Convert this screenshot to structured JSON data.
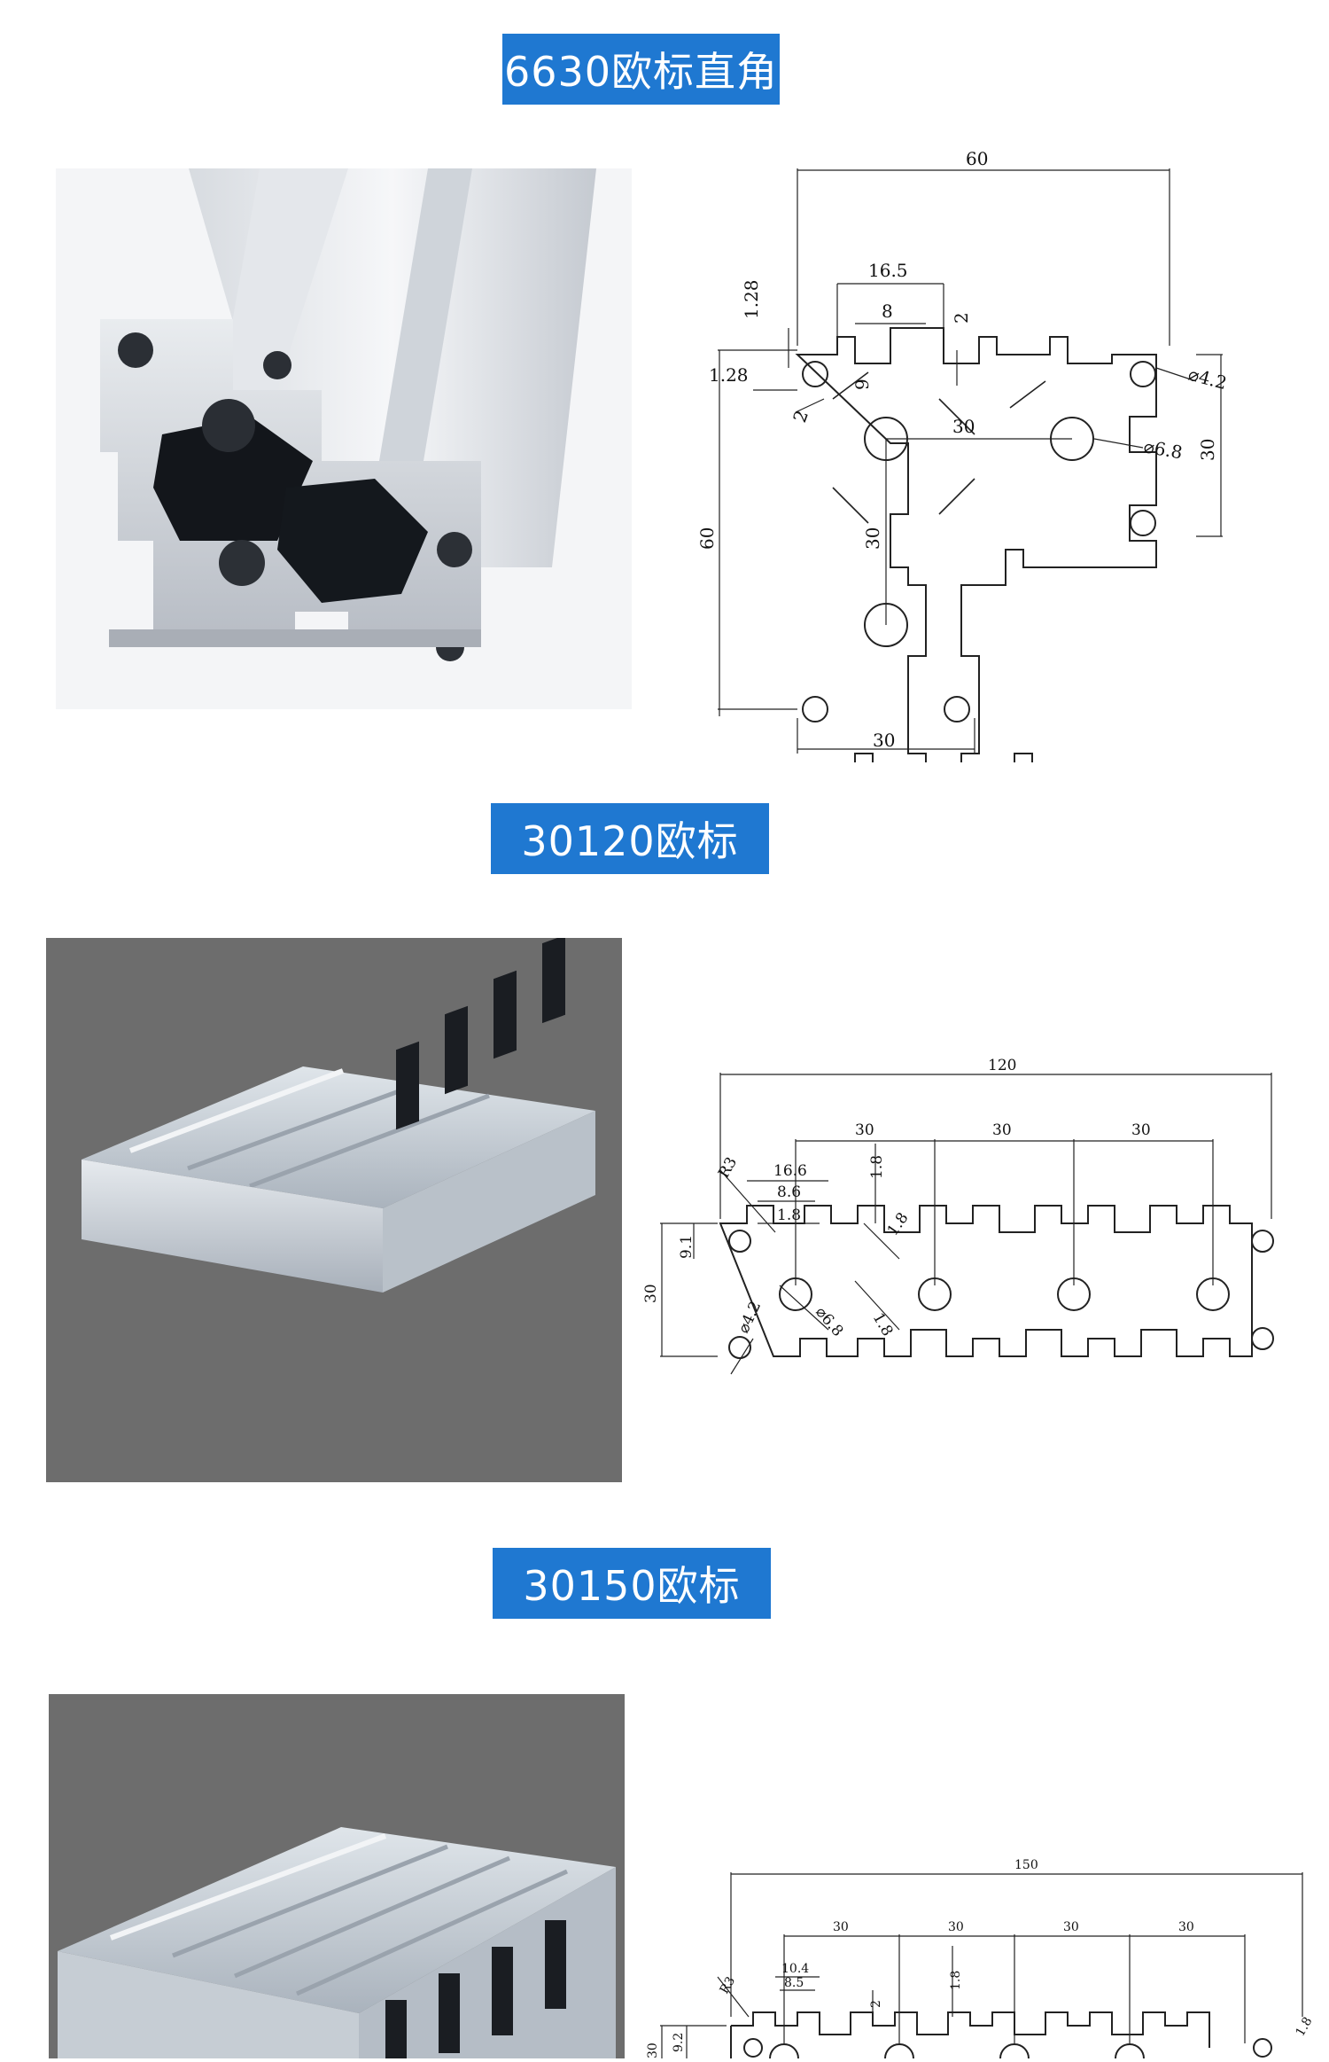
{
  "sections": [
    {
      "title": "6630欧标直角",
      "dims": {
        "total_w": "60",
        "slot_w": "16.5",
        "slot_in": "8",
        "lip": "1.28",
        "lip2": "1.28",
        "wall": "2",
        "wall2": "2",
        "depth": "9",
        "pitch_h": "30",
        "pitch_v": "30",
        "hole_c": "⌀6.8",
        "hole_s": "⌀4.2",
        "leg_h": "30",
        "total_h": "60",
        "bottom_w": "30"
      }
    },
    {
      "title": "30120欧标",
      "dims": {
        "total_w": "120",
        "p1": "30",
        "p2": "30",
        "p3": "30",
        "slot_w": "16.6",
        "slot_in": "8.6",
        "lip": "1.8",
        "wall": "1.8",
        "wall2": "1.8",
        "wall3": "1.8",
        "depth": "9.1",
        "height": "30",
        "hole_s": "⌀4.2",
        "hole_c": "⌀6.8",
        "corner": "R3"
      }
    },
    {
      "title": "30150欧标",
      "dims": {
        "total_w": "150",
        "p1": "30",
        "p2": "30",
        "p3": "30",
        "p4": "30",
        "slot_w": "10.4",
        "slot_in": "8.5",
        "wall": "2",
        "wall2": "1.8",
        "wall3": "1.8",
        "depth": "9.2",
        "height": "30",
        "corner": "R3"
      }
    }
  ]
}
